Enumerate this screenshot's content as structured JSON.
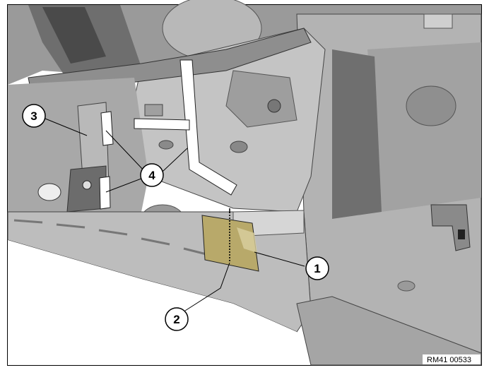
{
  "callouts": [
    {
      "id": "1",
      "label": "1"
    },
    {
      "id": "2",
      "label": "2"
    },
    {
      "id": "3",
      "label": "3"
    },
    {
      "id": "4",
      "label": "4"
    }
  ],
  "reference_code": "RM41 00533",
  "colors": {
    "metal_light": "#c9c9c9",
    "metal_mid": "#a9a9a9",
    "metal_dark": "#7a7a7a",
    "patch_fill": "#b8a96a",
    "outline": "#000000"
  }
}
